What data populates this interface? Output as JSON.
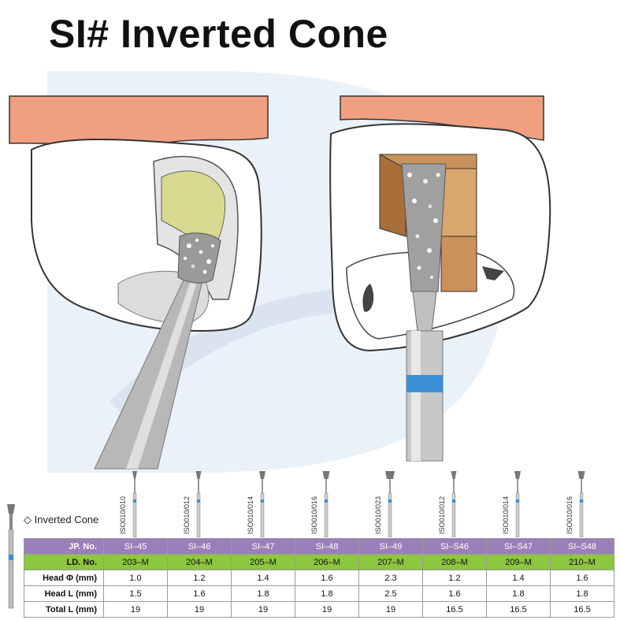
{
  "title": "SI# Inverted Cone",
  "product_label": "◇ Inverted Cone",
  "colors": {
    "jp_row": "#9b7fb8",
    "ld_row": "#8dc63f",
    "ring_blue": "#3b8fd6",
    "gum": "#f0a080",
    "dentin": "#d8d890",
    "cavity": "#c8925a"
  },
  "iso_labels": [
    "ISO010/010",
    "ISO010/012",
    "ISO010/014",
    "ISO010/016",
    "ISO010/023",
    "ISO010/012",
    "ISO010/014",
    "ISO010/016"
  ],
  "table": {
    "rows": [
      {
        "key": "jp",
        "label": "JP. No.",
        "values": [
          "SI–45",
          "SI–46",
          "SI–47",
          "SI–48",
          "SI–49",
          "SI–S46",
          "SI–S47",
          "SI–S48"
        ]
      },
      {
        "key": "ld",
        "label": "LD. No.",
        "values": [
          "203–M",
          "204–M",
          "205–M",
          "206–M",
          "207–M",
          "208–M",
          "209–M",
          "210–M"
        ]
      },
      {
        "key": "head_phi",
        "label": "Head Φ (mm)",
        "values": [
          "1.0",
          "1.2",
          "1.4",
          "1.6",
          "2.3",
          "1.2",
          "1.4",
          "1.6"
        ]
      },
      {
        "key": "head_l",
        "label": "Head L (mm)",
        "values": [
          "1.5",
          "1.6",
          "1.8",
          "1.8",
          "2.5",
          "1.6",
          "1.8",
          "1.8"
        ]
      },
      {
        "key": "total_l",
        "label": "Total L (mm)",
        "values": [
          "19",
          "19",
          "19",
          "19",
          "19",
          "16.5",
          "16.5",
          "16.5"
        ]
      }
    ]
  }
}
